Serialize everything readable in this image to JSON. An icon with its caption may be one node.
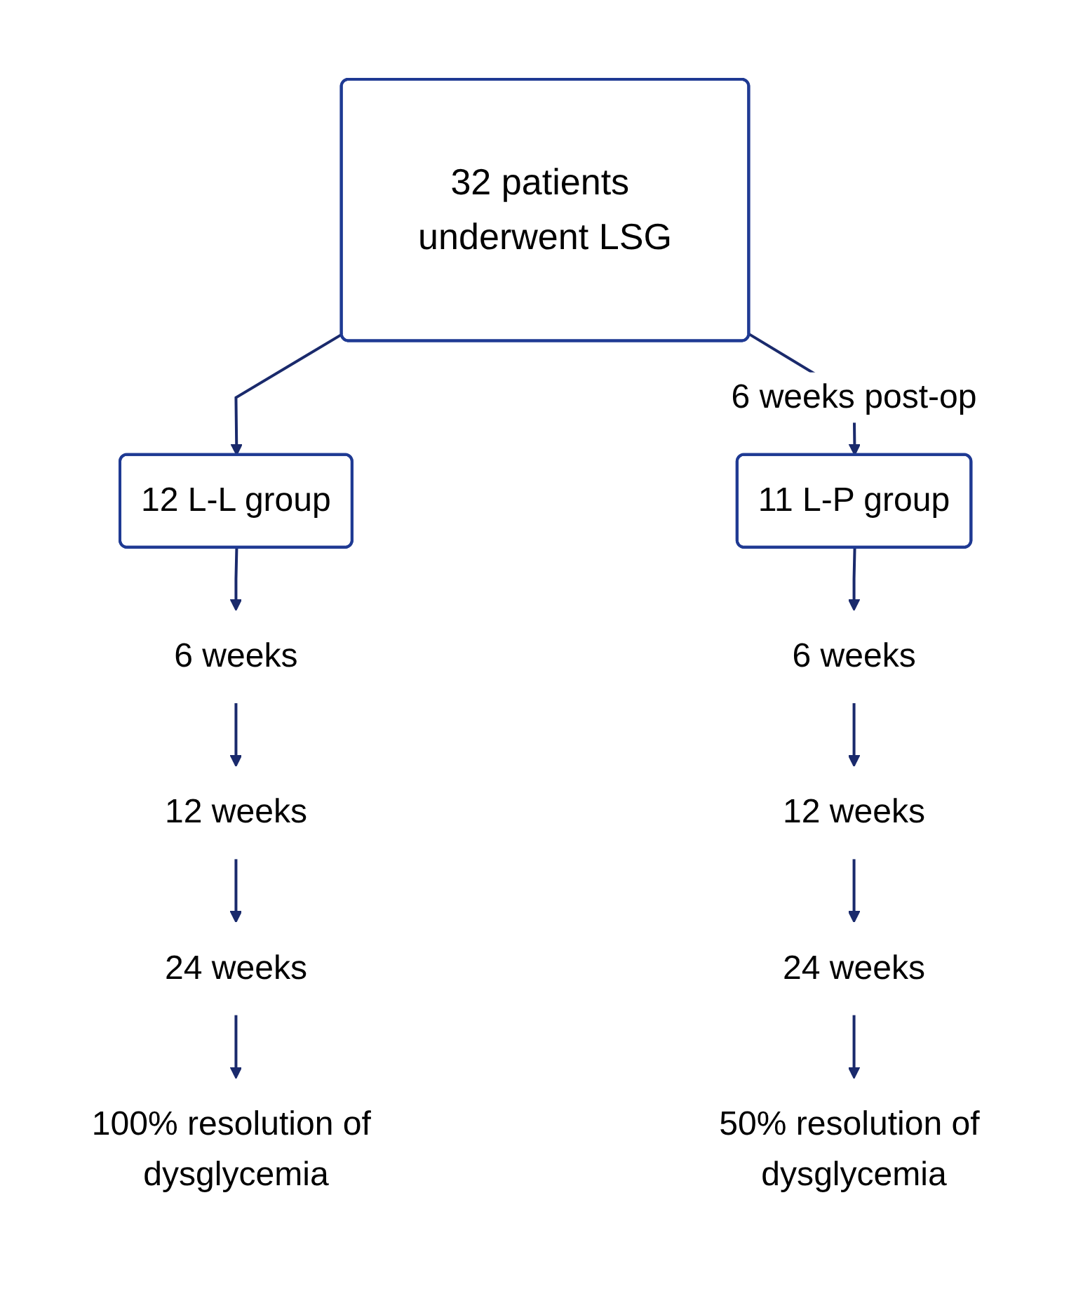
{
  "diagram": {
    "nodes": [
      {
        "text": [
          "32 patients underwent LSG"
        ]
      },
      {
        "text": [
          "12 L-L group"
        ]
      },
      {
        "text": [
          "11 L-P group"
        ]
      },
      {
        "text": [
          "6 weeks"
        ]
      },
      {
        "text": [
          "12 weeks"
        ]
      },
      {
        "text": [
          "24 weeks"
        ]
      },
      {
        "text": [
          "100% resolution of dysglycemia"
        ]
      },
      {
        "text": [
          "6 weeks"
        ]
      },
      {
        "text": [
          "12 weeks"
        ]
      },
      {
        "text": [
          "24 weeks"
        ]
      },
      {
        "text": [
          "50% resolution of dysglycemia"
        ]
      }
    ],
    "edges": [
      {
        "from": 0,
        "to": 1,
        "arrow": "to"
      },
      {
        "from": 0,
        "to": 2,
        "arrow": "to",
        "label": "6 weeks post-op"
      },
      {
        "from": 1,
        "to": 3,
        "arrow": "to"
      },
      {
        "from": 3,
        "to": 4,
        "arrow": "to"
      },
      {
        "from": 4,
        "to": 5,
        "arrow": "to"
      },
      {
        "from": 5,
        "to": 6,
        "arrow": "to"
      },
      {
        "from": 2,
        "to": 7,
        "arrow": "to"
      },
      {
        "from": 7,
        "to": 8,
        "arrow": "to"
      },
      {
        "from": 8,
        "to": 9,
        "arrow": "to"
      },
      {
        "from": 9,
        "to": 10,
        "arrow": "to"
      }
    ]
  }
}
